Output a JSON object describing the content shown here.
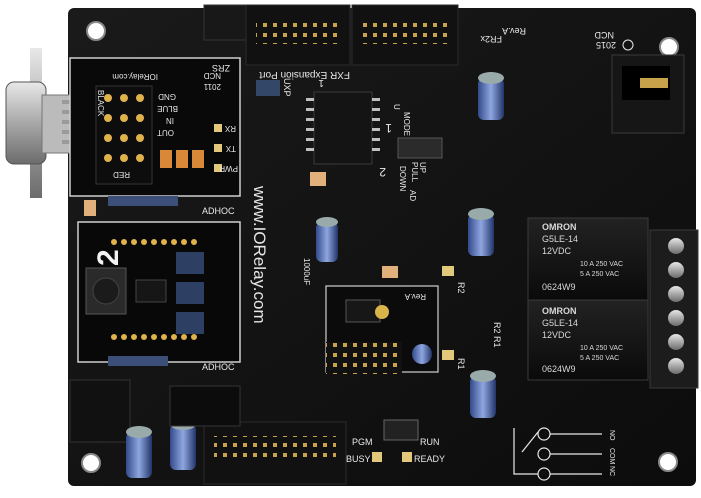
{
  "board": {
    "revision_top": "Rev.A",
    "part_top": "FR2x",
    "ncd_top": "NCD",
    "year_top": "2015",
    "expansion_port": "FXR Expansion Port",
    "brand_vertical": "www.IORelay.com",
    "brand_small": "www.IORelay.com"
  },
  "serial_module": {
    "part": "ZRS",
    "ncd": "NCD",
    "year": "2011",
    "site": "IORelay.com",
    "black": "BLACK",
    "red": "RED",
    "gnd": "GND",
    "blue": "BLUE",
    "in": "IN",
    "out": "OUT",
    "rx": "RX",
    "tx": "TX",
    "pwr": "PWR"
  },
  "left_module": {
    "number": "2",
    "adhoc_top": "ADHOC",
    "adhoc_bottom": "ADHOC"
  },
  "mode_block": {
    "mode": "MODE",
    "pull": "PULL",
    "up": "UP",
    "down": "DOWN",
    "ad": "AD",
    "u": "U",
    "num1": "1",
    "num2": "2"
  },
  "relays": [
    {
      "brand": "OMRON",
      "model": "G5LE-14",
      "voltage": "12VDC",
      "rating1": "10 A 250 VAC",
      "rating2": "5 A 250 VAC",
      "code": "0624W9"
    },
    {
      "brand": "OMRON",
      "model": "G5LE-14",
      "voltage": "12VDC",
      "rating1": "10 A 250 VAC",
      "rating2": "5 A 250 VAC",
      "code": "0624W9"
    }
  ],
  "labels": {
    "r1": "R1",
    "r2": "R2",
    "r2r1": "R2 R1",
    "pgm": "PGM",
    "run": "RUN",
    "busy": "BUSY",
    "ready": "READY",
    "no": "NO",
    "com": "COM",
    "nc": "NC",
    "cap": "1000uF",
    "xbee_rev": "Rev.A",
    "uxp": "UXP",
    "one": "1"
  }
}
